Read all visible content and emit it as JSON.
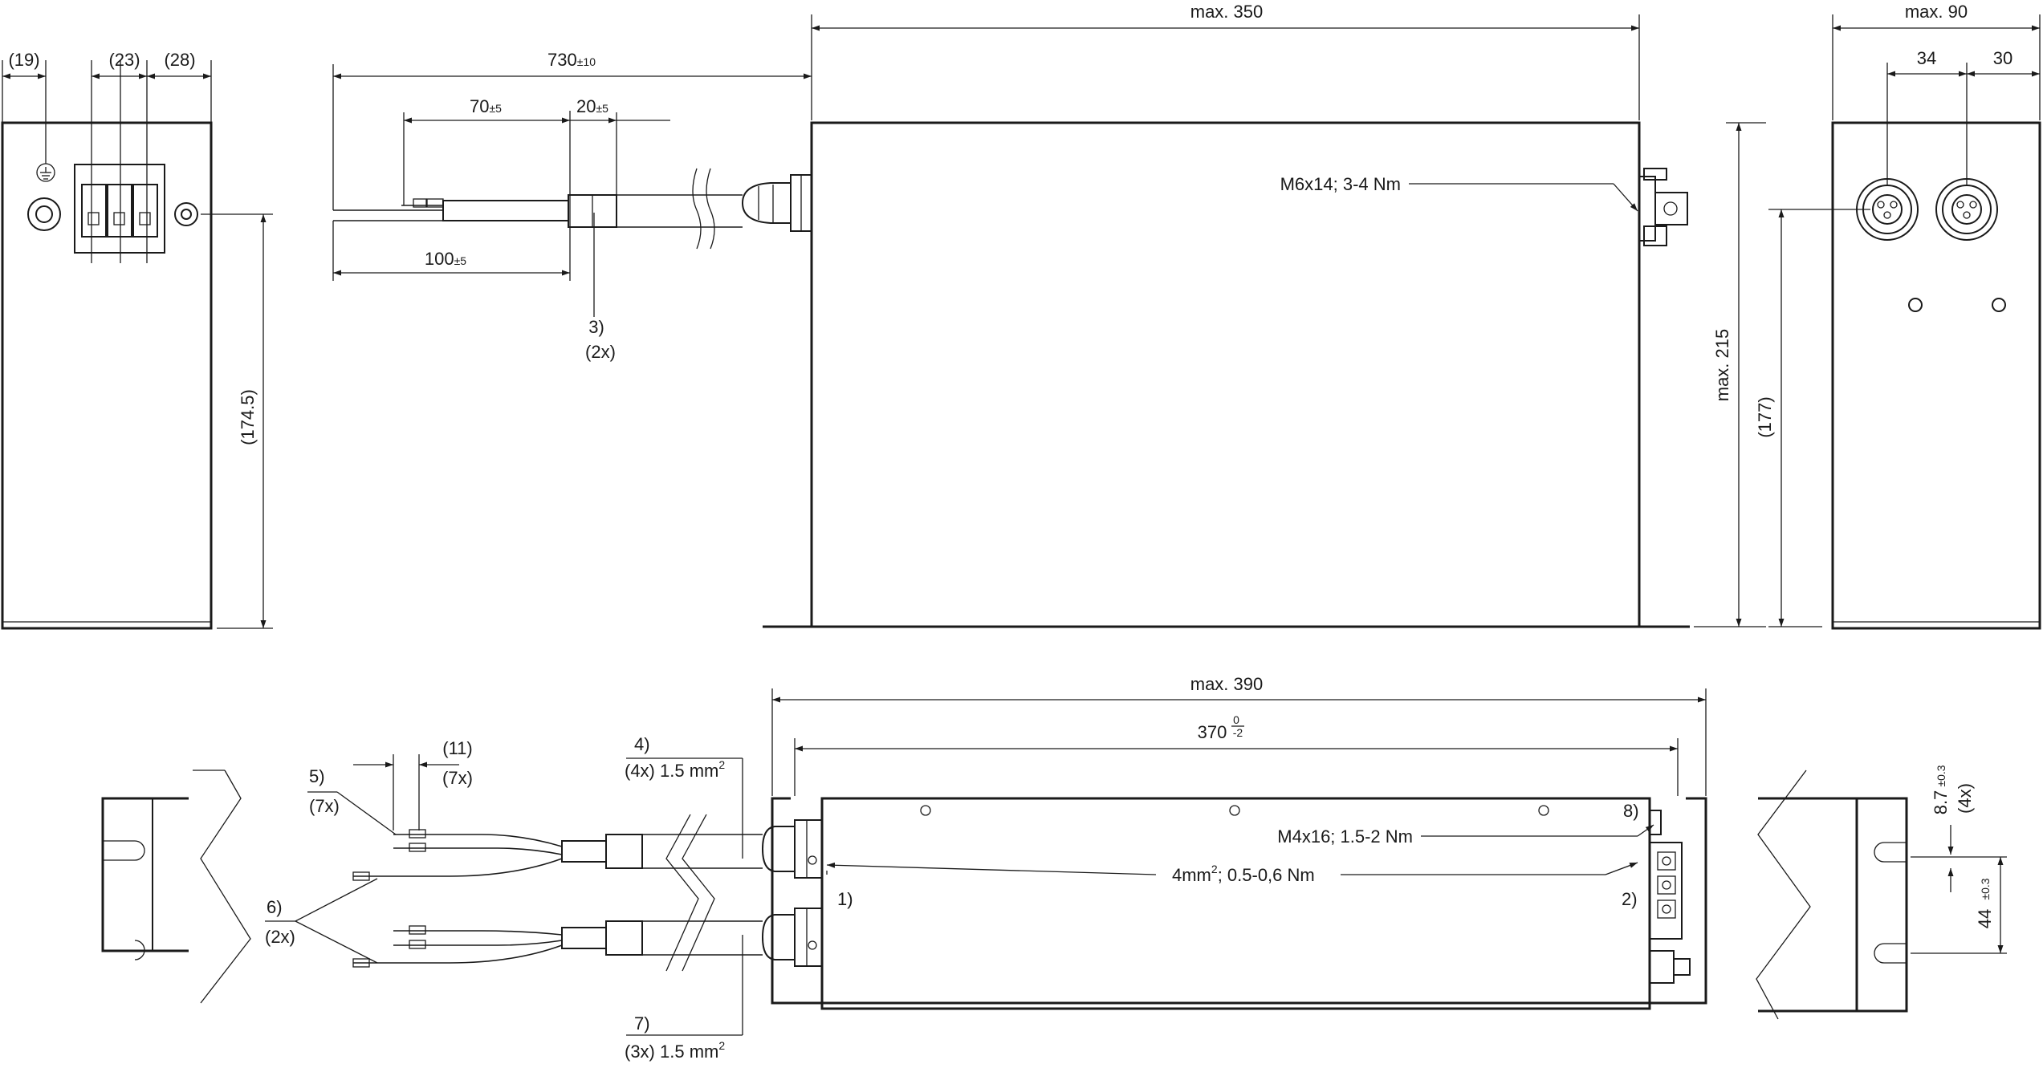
{
  "labels": {
    "d19": "(19)",
    "d23": "(23)",
    "d28": "(28)",
    "d1745": "(174.5)",
    "d730": "730",
    "d730_tol": "±10",
    "d70": "70",
    "d70_tol": "±5",
    "d20": "20",
    "d20_tol": "±5",
    "d100": "100",
    "d100_tol": "±5",
    "n3": "3)",
    "n3_count": "(2x)",
    "max350": "max. 350",
    "m6": "M6x14; 3-4 Nm",
    "max90": "max. 90",
    "d34": "34",
    "d30": "30",
    "max215": "max. 215",
    "d177": "(177)",
    "max390": "max. 390",
    "d370": "370",
    "d370_up": "0",
    "d370_lo": "-2",
    "n4": "4)",
    "n4_desc": "(4x) 1.5 mm",
    "n4_sup": "2",
    "n5": "5)",
    "n5_count": "(7x)",
    "d11": "(11)",
    "d11_count": "(7x)",
    "n6": "6)",
    "n6_count": "(2x)",
    "n7": "7)",
    "n7_desc": "(3x) 1.5 mm",
    "n7_sup": "2",
    "n1": "1)",
    "n2": "2)",
    "n8": "8)",
    "m4": "M4x16; 1.5-2 Nm",
    "pe": "4mm",
    "pe_sup": "2",
    "pe_rest": "; 0.5-0,6 Nm",
    "d87": "8.7",
    "d87_tol": "±0.3",
    "d87_count": "(4x)",
    "d44": "44",
    "d44_tol": "±0.3"
  }
}
